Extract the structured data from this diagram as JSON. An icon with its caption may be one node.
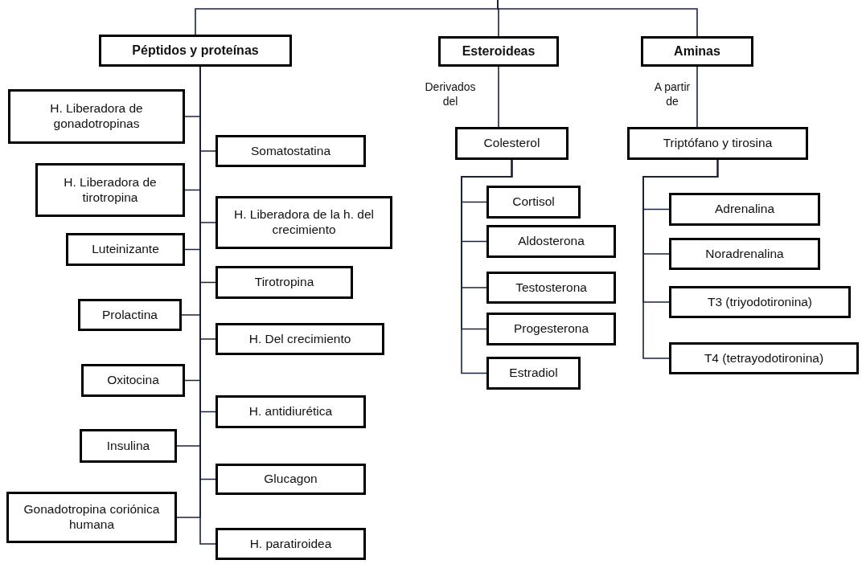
{
  "diagram": {
    "nodes": [
      {
        "text": [
          "Péptidos y proteínas"
        ]
      },
      {
        "text": [
          "Esteroideas"
        ]
      },
      {
        "text": [
          "Aminas"
        ]
      },
      {
        "text": [
          "H. Liberadora de gonadotropinas"
        ]
      },
      {
        "text": [
          "H. Liberadora de tirotropina"
        ]
      },
      {
        "text": [
          "Luteinizante"
        ]
      },
      {
        "text": [
          "Prolactina"
        ]
      },
      {
        "text": [
          "Oxitocina"
        ]
      },
      {
        "text": [
          "Insulina"
        ]
      },
      {
        "text": [
          "Gonadotropina coriónica humana"
        ]
      },
      {
        "text": [
          "Somatostatina"
        ]
      },
      {
        "text": [
          "H. Liberadora de la h. del crecimiento"
        ]
      },
      {
        "text": [
          "Tirotropina"
        ]
      },
      {
        "text": [
          "H. Del crecimiento"
        ]
      },
      {
        "text": [
          "H. antidiurética"
        ]
      },
      {
        "text": [
          "Glucagon"
        ]
      },
      {
        "text": [
          "H. paratiroidea"
        ]
      },
      {
        "text": [
          "Colesterol"
        ]
      },
      {
        "text": [
          "Cortisol"
        ]
      },
      {
        "text": [
          "Aldosterona"
        ]
      },
      {
        "text": [
          "Testosterona"
        ]
      },
      {
        "text": [
          "Progesterona"
        ]
      },
      {
        "text": [
          "Estradiol"
        ]
      },
      {
        "text": [
          "Triptófano y tirosina"
        ]
      },
      {
        "text": [
          "Adrenalina"
        ]
      },
      {
        "text": [
          "Noradrenalina"
        ]
      },
      {
        "text": [
          "T3 (triyodotironina)"
        ]
      },
      {
        "text": [
          "T4 (tetrayodotironina)"
        ]
      }
    ],
    "edges": [
      {
        "from": null,
        "to": 0,
        "arrow": "none"
      },
      {
        "from": null,
        "to": 1,
        "arrow": "none"
      },
      {
        "from": null,
        "to": 2,
        "arrow": "none"
      },
      {
        "from": 1,
        "to": 17,
        "arrow": "none",
        "label": "Derivados del"
      },
      {
        "from": 2,
        "to": 23,
        "arrow": "none",
        "label": "A partir de"
      },
      {
        "from": 0,
        "to": 3,
        "arrow": "none"
      },
      {
        "from": 0,
        "to": 4,
        "arrow": "none"
      },
      {
        "from": 0,
        "to": 5,
        "arrow": "none"
      },
      {
        "from": 0,
        "to": 6,
        "arrow": "none"
      },
      {
        "from": 0,
        "to": 7,
        "arrow": "none"
      },
      {
        "from": 0,
        "to": 8,
        "arrow": "none"
      },
      {
        "from": 0,
        "to": 9,
        "arrow": "none"
      },
      {
        "from": 0,
        "to": 10,
        "arrow": "none"
      },
      {
        "from": 0,
        "to": 11,
        "arrow": "none"
      },
      {
        "from": 0,
        "to": 12,
        "arrow": "none"
      },
      {
        "from": 0,
        "to": 13,
        "arrow": "none"
      },
      {
        "from": 0,
        "to": 14,
        "arrow": "none"
      },
      {
        "from": 0,
        "to": 15,
        "arrow": "none"
      },
      {
        "from": 0,
        "to": 16,
        "arrow": "none"
      },
      {
        "from": 17,
        "to": 18,
        "arrow": "none"
      },
      {
        "from": 17,
        "to": 19,
        "arrow": "none"
      },
      {
        "from": 17,
        "to": 20,
        "arrow": "none"
      },
      {
        "from": 17,
        "to": 21,
        "arrow": "none"
      },
      {
        "from": 17,
        "to": 22,
        "arrow": "none"
      },
      {
        "from": 23,
        "to": 24,
        "arrow": "none"
      },
      {
        "from": 23,
        "to": 25,
        "arrow": "none"
      },
      {
        "from": 23,
        "to": 26,
        "arrow": "none"
      },
      {
        "from": 23,
        "to": 27,
        "arrow": "none"
      }
    ]
  }
}
